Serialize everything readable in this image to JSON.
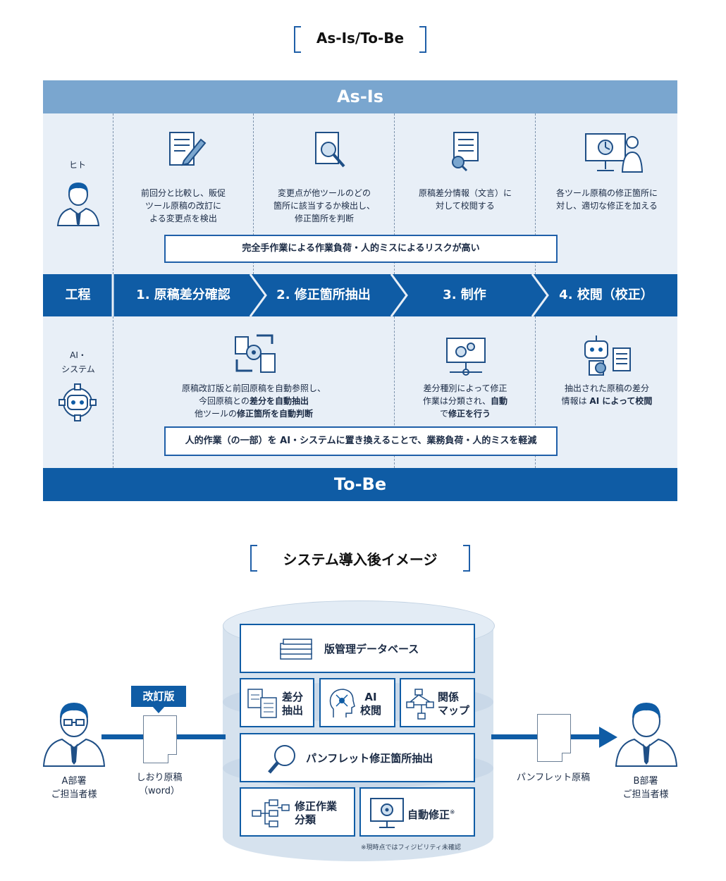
{
  "section1": {
    "title": "As-Is/To-Be"
  },
  "asis": {
    "label": "As-Is"
  },
  "tobe": {
    "label": "To-Be"
  },
  "rows": {
    "human_label": "ヒト",
    "process_label": "工程",
    "ai_label_1": "AI・",
    "ai_label_2": "システム"
  },
  "stages": [
    {
      "label": "1. 原稿差分確認"
    },
    {
      "label": "2. 修正箇所抽出"
    },
    {
      "label": "3. 制作"
    },
    {
      "label": "4. 校閲（校正）"
    }
  ],
  "human": {
    "desc": [
      [
        "前回分と比較し、販促",
        "ツール原稿の改訂に",
        "よる変更点を検出"
      ],
      [
        "変更点が他ツールのどの",
        "箇所に該当するか検出し、",
        "修正箇所を判断"
      ],
      [
        "原稿差分情報（文言）に",
        "対して校閲する"
      ],
      [
        "各ツール原稿の修正箇所に",
        "対し、適切な修正を加える"
      ]
    ],
    "note": "完全手作業による作業負荷・人的ミスによるリスクが高い"
  },
  "ai": {
    "desc12": {
      "l1": "原稿改訂版と前回原稿を自動参照し、",
      "l2a": "今回原稿との",
      "l2b": "差分を自動抽出",
      "l3a": "他ツールの",
      "l3b": "修正箇所を自動判断"
    },
    "desc3": {
      "l1": "差分種別によって修正",
      "l2a": "作業は分類され、",
      "l2b": "自動",
      "l3a": "で",
      "l3b": "修正を行う"
    },
    "desc4": {
      "l1": "抽出された原稿の差分",
      "l2a": "情報は ",
      "l2b": "AI によって校閲"
    },
    "note": "人的作業（の一部）を AI・システムに置き換えることで、業務負荷・人的ミスを軽減"
  },
  "section2": {
    "title": "システム導入後イメージ"
  },
  "system": {
    "db_label": "版管理データベース",
    "diff_1": "差分",
    "diff_2": "抽出",
    "ai_1": "AI",
    "ai_2": "校閲",
    "map_1": "関係",
    "map_2": "マップ",
    "pamphlet_extract": "パンフレット修正箇所抽出",
    "classify_1": "修正作業",
    "classify_2": "分類",
    "auto_fix": "自動修正",
    "auto_fix_mark": "※",
    "footnote": "※現時点ではフィジビリティ未確認",
    "revision_badge": "改訂版",
    "left_doc_1": "しおり原稿",
    "left_doc_2": "（word）",
    "right_doc": "パンフレット原稿",
    "person_a_1": "A部署",
    "person_a_2": "ご担当者様",
    "person_b_1": "B部署",
    "person_b_2": "ご担当者様"
  },
  "colors": {
    "primary": "#0f5ca5",
    "asis_band": "#7aa6cf",
    "panel": "#e8eff7",
    "cylinder": "#d6e2ee"
  }
}
